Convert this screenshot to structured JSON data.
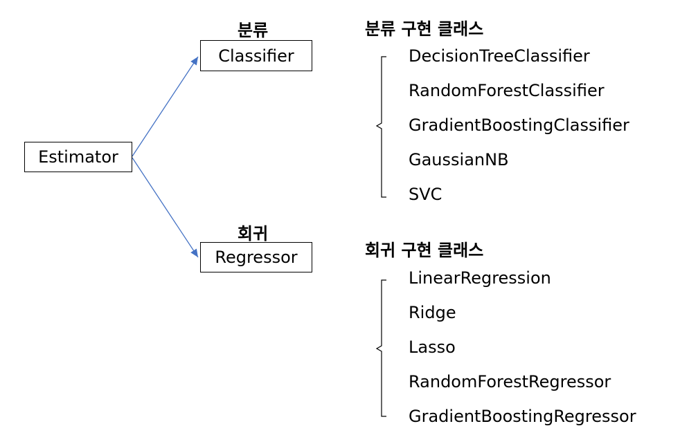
{
  "nodes": {
    "estimator": "Estimator",
    "classifier": "Classifier",
    "regressor": "Regressor"
  },
  "labels": {
    "classification": "분류",
    "regression": "회귀"
  },
  "classification_group": {
    "heading": "분류 구현 클래스",
    "items": [
      "DecisionTreeClassifier",
      "RandomForestClassifier",
      "GradientBoostingClassifier",
      "GaussianNB",
      "SVC"
    ]
  },
  "regression_group": {
    "heading": "회귀 구현 클래스",
    "items": [
      "LinearRegression",
      "Ridge",
      "Lasso",
      "RandomForestRegressor",
      "GradientBoostingRegressor"
    ]
  },
  "colors": {
    "arrow": "#4472c4",
    "brace": "#000000"
  }
}
